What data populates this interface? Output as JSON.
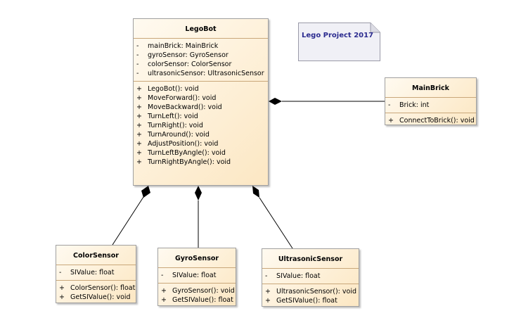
{
  "note": {
    "text": "Lego Project 2017"
  },
  "classes": {
    "legobot": {
      "name": "LegoBot",
      "attributes": [
        {
          "vis": "-",
          "text": "mainBrick: MainBrick"
        },
        {
          "vis": "-",
          "text": "gyroSensor: GyroSensor"
        },
        {
          "vis": "-",
          "text": "colorSensor: ColorSensor"
        },
        {
          "vis": "-",
          "text": "ultrasonicSensor: UltrasonicSensor"
        }
      ],
      "operations": [
        {
          "vis": "+",
          "text": "LegoBot(): void"
        },
        {
          "vis": "+",
          "text": "MoveForward(): void"
        },
        {
          "vis": "+",
          "text": "MoveBackward(): void"
        },
        {
          "vis": "+",
          "text": "TurnLeft(): void"
        },
        {
          "vis": "+",
          "text": "TurnRight(): void"
        },
        {
          "vis": "+",
          "text": "TurnAround(): void"
        },
        {
          "vis": "+",
          "text": "AdjustPosition(): void"
        },
        {
          "vis": "+",
          "text": "TurnLeftByAngle(): void"
        },
        {
          "vis": "+",
          "text": "TurnRightByAngle(): void"
        }
      ]
    },
    "mainbrick": {
      "name": "MainBrick",
      "attributes": [
        {
          "vis": "-",
          "text": "Brick: int"
        }
      ],
      "operations": [
        {
          "vis": "+",
          "text": "ConnectToBrick(): void"
        }
      ]
    },
    "colorsensor": {
      "name": "ColorSensor",
      "attributes": [
        {
          "vis": "-",
          "text": "SIValue: float"
        }
      ],
      "operations": [
        {
          "vis": "+",
          "text": "ColorSensor(): float"
        },
        {
          "vis": "+",
          "text": "GetSIValue(): void"
        }
      ]
    },
    "gyrosensor": {
      "name": "GyroSensor",
      "attributes": [
        {
          "vis": "-",
          "text": "SIValue: float"
        }
      ],
      "operations": [
        {
          "vis": "+",
          "text": "GyroSensor(): void"
        },
        {
          "vis": "+",
          "text": "GetSIValue(): float"
        }
      ]
    },
    "ultrasonicsensor": {
      "name": "UltrasonicSensor",
      "attributes": [
        {
          "vis": "-",
          "text": "SIValue: float"
        }
      ],
      "operations": [
        {
          "vis": "+",
          "text": "UltrasonicSensor(): void"
        },
        {
          "vis": "+",
          "text": "GetSIValue(): float"
        }
      ]
    }
  }
}
